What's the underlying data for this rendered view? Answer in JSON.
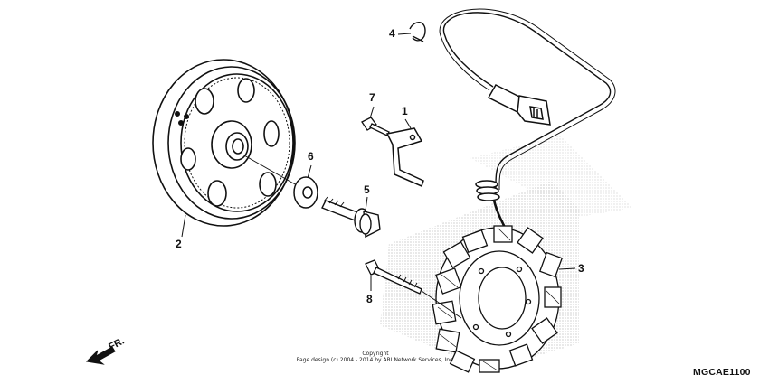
{
  "callouts": {
    "c1": "1",
    "c2": "2",
    "c3": "3",
    "c4": "4",
    "c5": "5",
    "c6": "6",
    "c7": "7",
    "c8": "8"
  },
  "direction_label": "FR.",
  "copyright": {
    "line1": "Copyright",
    "line2": "Page design (c) 2004 - 2014 by ARI Network Services, Inc."
  },
  "diagram_code": "MGCAE1100",
  "colors": {
    "ink": "#111111",
    "halftone": "#9a9a9a"
  }
}
